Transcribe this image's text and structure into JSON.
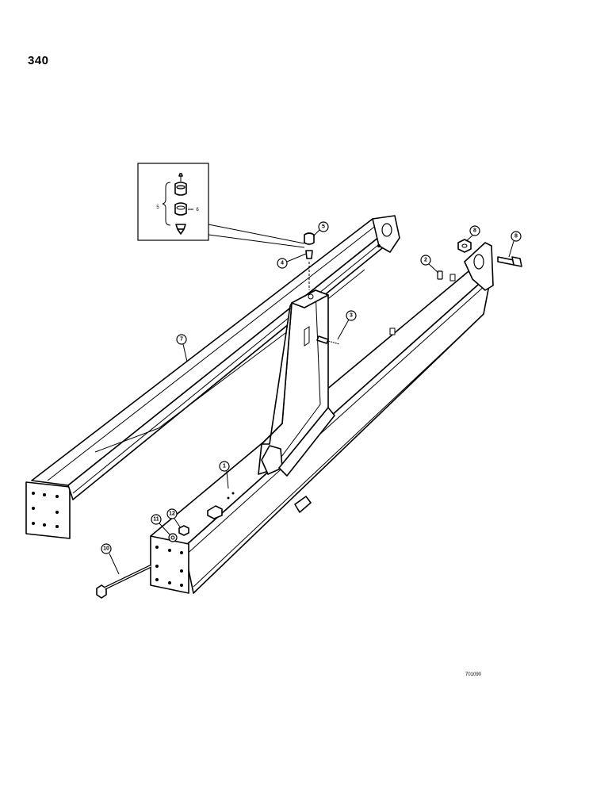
{
  "page_number": "340",
  "illustration_ref": "701090",
  "inset": {
    "label_left": "5",
    "label_right": "6"
  },
  "callouts": [
    {
      "key": "c1",
      "text": "1"
    },
    {
      "key": "c2",
      "text": "2"
    },
    {
      "key": "c3",
      "text": "3"
    },
    {
      "key": "c4",
      "text": "4"
    },
    {
      "key": "c5",
      "text": "5"
    },
    {
      "key": "c7",
      "text": "7"
    },
    {
      "key": "c8a",
      "text": "8"
    },
    {
      "key": "c8b",
      "text": "8"
    },
    {
      "key": "c10",
      "text": "10"
    },
    {
      "key": "c11",
      "text": "11"
    },
    {
      "key": "c12",
      "text": "12"
    }
  ]
}
